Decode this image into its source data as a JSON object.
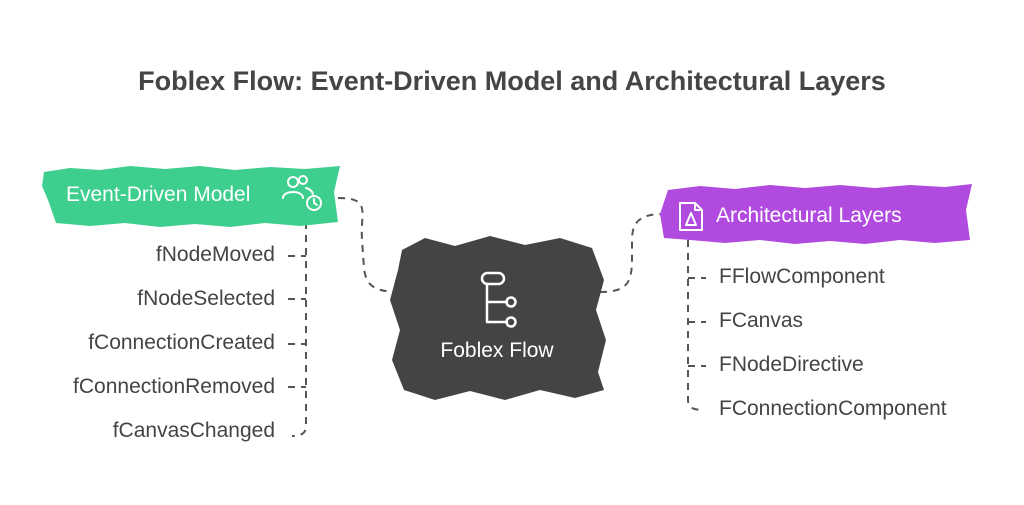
{
  "title": "Foblex Flow: Event-Driven Model and Architectural Layers",
  "center": {
    "label": "Foblex Flow",
    "icon": "flow-hierarchy-icon",
    "color": "#444444"
  },
  "left_group": {
    "label": "Event-Driven Model",
    "icon": "users-clock-icon",
    "color": "#3ecf8e",
    "items": [
      "fNodeMoved",
      "fNodeSelected",
      "fConnectionCreated",
      "fConnectionRemoved",
      "fCanvasChanged"
    ]
  },
  "right_group": {
    "label": "Architectural Layers",
    "icon": "document-cone-icon",
    "color": "#b14be0",
    "items": [
      "FFlowComponent",
      "FCanvas",
      "FNodeDirective",
      "FConnectionComponent"
    ]
  }
}
